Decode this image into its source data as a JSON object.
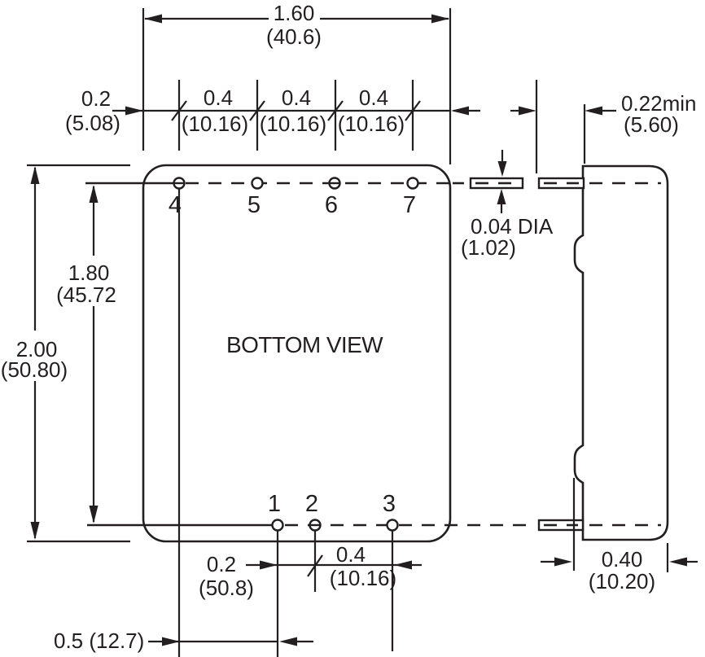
{
  "colors": {
    "ink": "#231f20",
    "paper": "#ffffff"
  },
  "view_label": "BOTTOM VIEW",
  "pins": {
    "top_row": [
      "4",
      "5",
      "6",
      "7"
    ],
    "bottom_row": [
      "1",
      "2",
      "3"
    ]
  },
  "dims": {
    "overall_width": {
      "inch": "1.60",
      "mm": "(40.6)"
    },
    "left_edge_to_pin4": {
      "inch": "0.2",
      "mm": "(5.08)"
    },
    "top_pitch_1": {
      "inch": "0.4",
      "mm": "(10.16)"
    },
    "top_pitch_2": {
      "inch": "0.4",
      "mm": "(10.16)"
    },
    "top_pitch_3": {
      "inch": "0.4",
      "mm": "(10.16)"
    },
    "lead_length": {
      "inch": "0.22min",
      "mm": "(5.60)"
    },
    "body_height": {
      "inch": "2.00",
      "mm": "(50.80)"
    },
    "pin_row_span": {
      "inch": "1.80",
      "mm": "(45.72"
    },
    "lead_diameter": {
      "inch": "0.04 DIA",
      "mm": "(1.02)"
    },
    "pin1_to_pin2": {
      "inch": "0.2",
      "mm": "(50.8)"
    },
    "pin2_to_pin3": {
      "inch": "0.4",
      "mm": "(10.16)"
    },
    "pin4_to_pin1": {
      "combined": "0.5 (12.7)"
    },
    "body_depth": {
      "inch": "0.40",
      "mm": "(10.20)"
    }
  }
}
